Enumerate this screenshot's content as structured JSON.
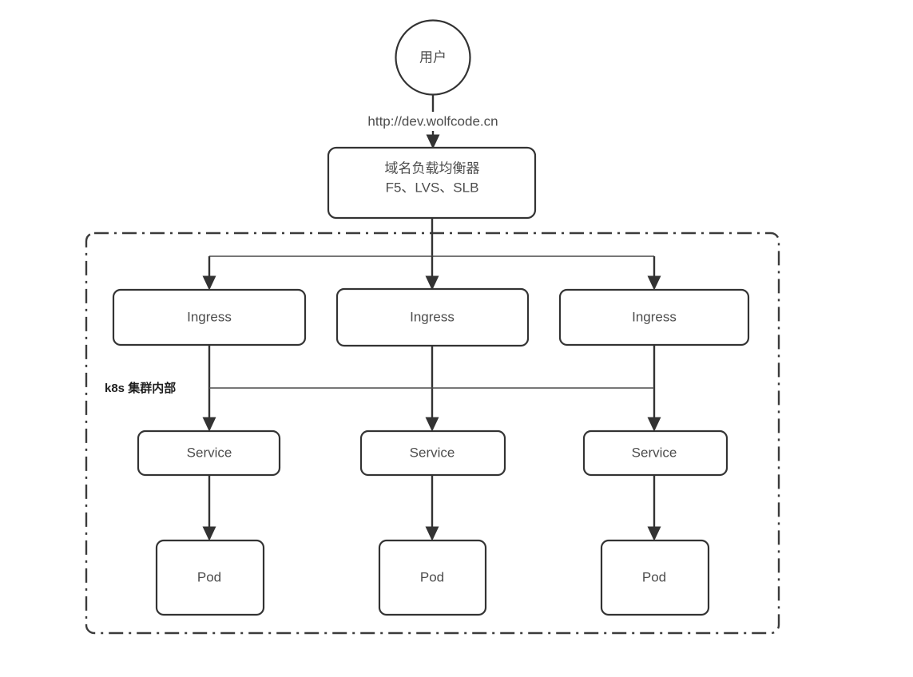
{
  "diagram": {
    "title_text": "",
    "colors": {
      "stroke": "#333333",
      "text": "#4d4d4d",
      "zone_stroke": "#3b3b3b",
      "zone_label_text": "#1f1f1f",
      "background": "#ffffff"
    },
    "actor": {
      "label": "用户",
      "shape": "circle"
    },
    "edges": {
      "user_to_lb_label": "http://dev.wolfcode.cn"
    },
    "load_balancer": {
      "line1": "域名负载均衡器",
      "line2": "F5、LVS、SLB"
    },
    "zone": {
      "label": "k8s 集群内部",
      "border_style": "dash-dot"
    },
    "columns": [
      {
        "ingress": "Ingress",
        "service": "Service",
        "pod": "Pod"
      },
      {
        "ingress": "Ingress",
        "service": "Service",
        "pod": "Pod"
      },
      {
        "ingress": "Ingress",
        "service": "Service",
        "pod": "Pod"
      }
    ]
  }
}
